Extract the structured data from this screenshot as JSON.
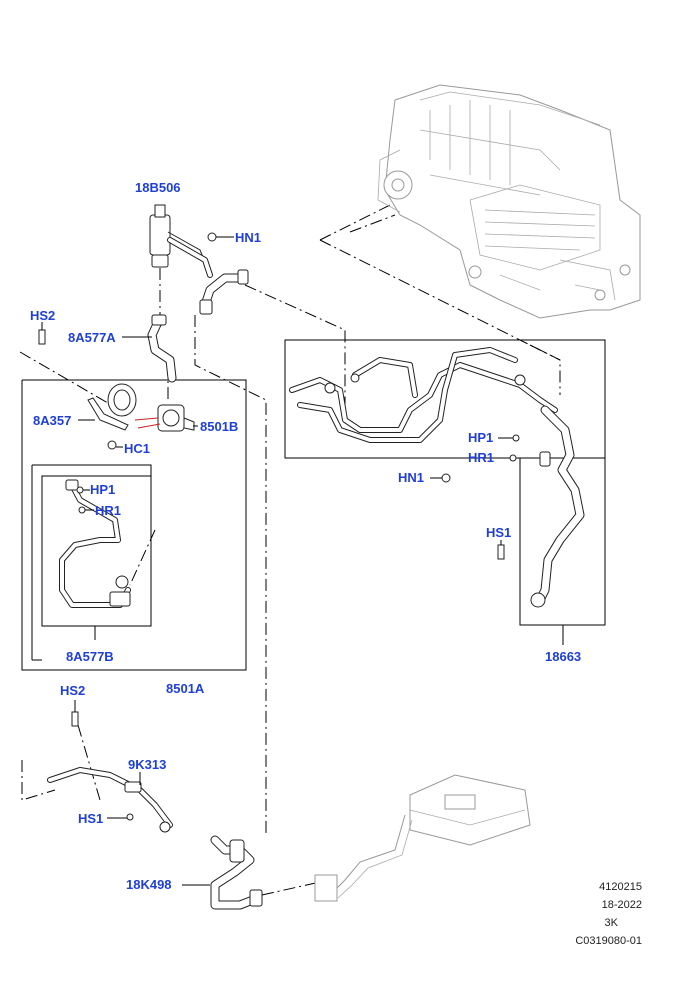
{
  "callouts": {
    "c18B506": "18B506",
    "hn1_top": "HN1",
    "hs2_top": "HS2",
    "c8A577A": "8A577A",
    "c8A357": "8A357",
    "c8501B": "8501B",
    "hc1": "HC1",
    "hp1_left": "HP1",
    "hr1_left": "HR1",
    "c8A577B": "8A577B",
    "c8501A": "8501A",
    "hp1_right": "HP1",
    "hr1_right": "HR1",
    "hn1_right": "HN1",
    "hs1_right": "HS1",
    "c18663": "18663",
    "hs2_bottom": "HS2",
    "c9K313": "9K313",
    "hs1_bottom": "HS1",
    "c18K498": "18K498"
  },
  "reference": {
    "line1": "4120215",
    "line2": "18-2022",
    "line3": "3K",
    "line4": "C0319080-01"
  }
}
